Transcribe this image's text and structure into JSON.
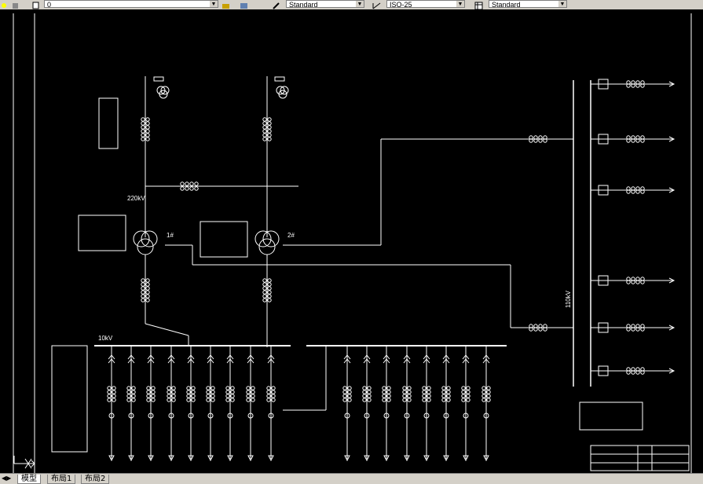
{
  "toolbar": {
    "layer_value": "0",
    "text_style": "Standard",
    "dim_style": "ISO-25",
    "table_style": "Standard"
  },
  "drawing": {
    "label_220kv": "220kV",
    "label_10kv": "10kV",
    "label_110kv": "110kV",
    "transformer_1": "1#",
    "transformer_2": "2#"
  },
  "tabs": {
    "model": "模型",
    "layout1": "布局1",
    "layout2": "布局2"
  },
  "colors": {
    "line": "#ffffff",
    "background": "#000000"
  }
}
